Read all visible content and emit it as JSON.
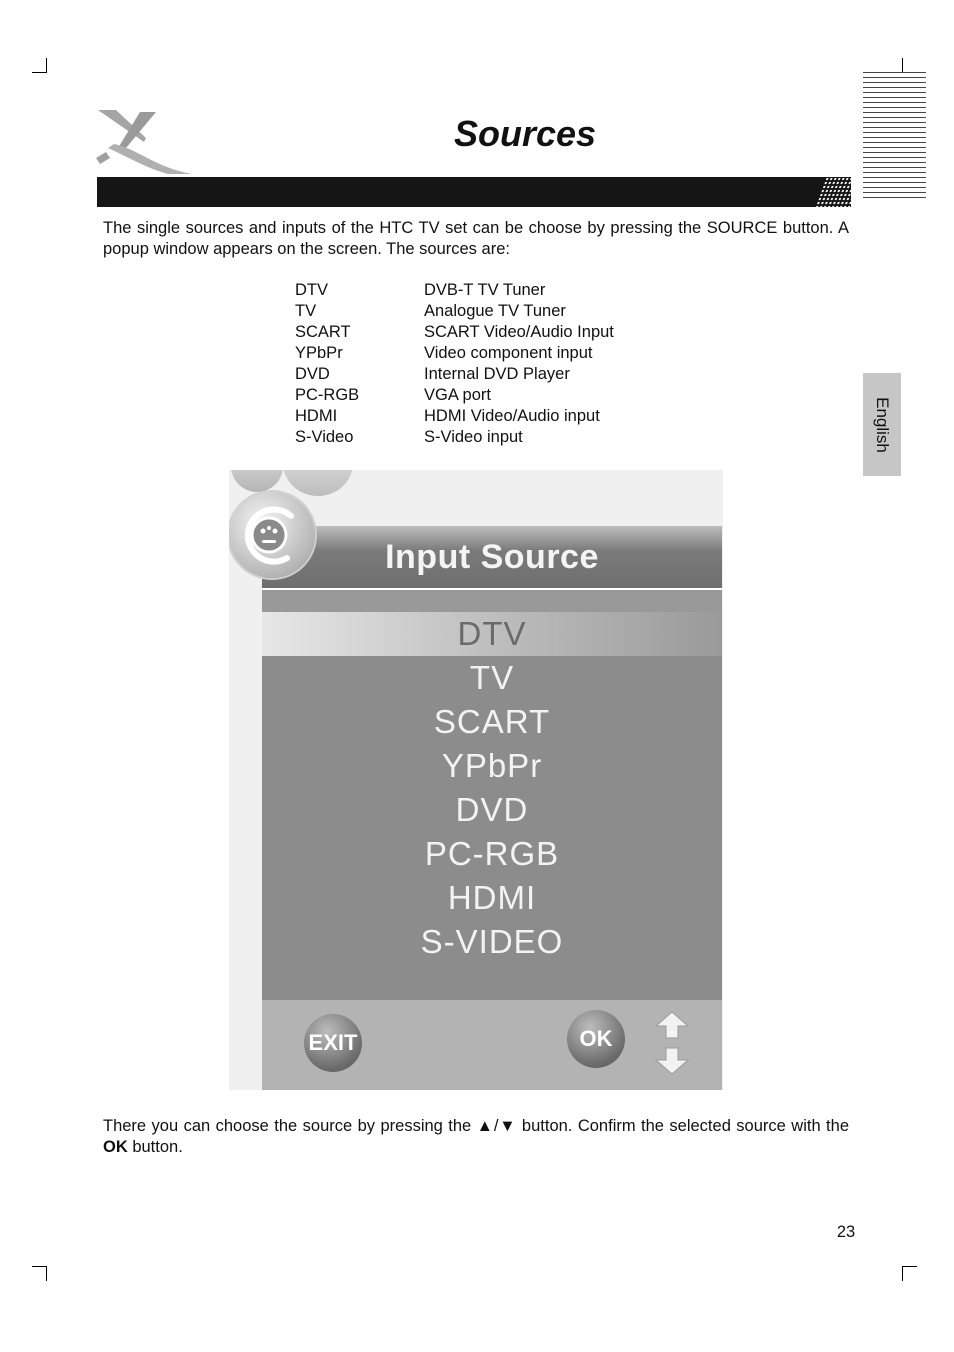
{
  "header": {
    "title": "Sources",
    "language_tab": "English"
  },
  "intro": "The single sources and inputs of the HTC TV set can be choose by pressing the SOURCE button. A popup window appears on the screen. The sources are:",
  "sources": [
    {
      "code": "DTV",
      "description": "DVB-T TV Tuner"
    },
    {
      "code": "TV",
      "description": "Analogue TV Tuner"
    },
    {
      "code": "SCART",
      "description": "SCART Video/Audio Input"
    },
    {
      "code": "YPbPr",
      "description": "Video component input"
    },
    {
      "code": "DVD",
      "description": "Internal DVD Player"
    },
    {
      "code": "PC-RGB",
      "description": "VGA port"
    },
    {
      "code": "HDMI",
      "description": "HDMI Video/Audio input"
    },
    {
      "code": "S-Video",
      "description": "S-Video input"
    }
  ],
  "screenshot": {
    "menu_title": "Input Source",
    "items": [
      "DTV",
      "TV",
      "SCART",
      "YPbPr",
      "DVD",
      "PC-RGB",
      "HDMI",
      "S-VIDEO"
    ],
    "selected_index": 0,
    "exit_label": "EXIT",
    "ok_label": "OK",
    "icons": [
      "input-source-icon",
      "up-arrow-icon",
      "down-arrow-icon"
    ]
  },
  "outro": {
    "before_bold": "There you can choose the source by pressing the ▲/▼ button. Confirm the selected source with the ",
    "bold": "OK",
    "after_bold": " button."
  },
  "page_number": "23",
  "colors": {
    "title_bar": "#151515",
    "side_tab": "#c6c6c6",
    "menu_panel": "#8c8c8c"
  }
}
